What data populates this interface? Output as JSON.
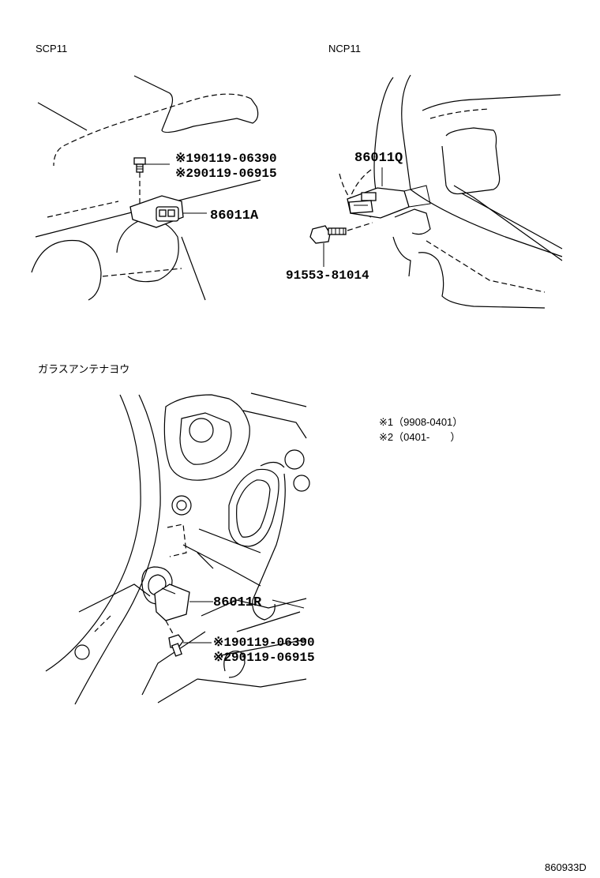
{
  "panels": {
    "top_left": {
      "title": "SCP11",
      "callouts": {
        "bolt_1": "※190119-06390",
        "bolt_2": "※290119-06915",
        "part": "86011A"
      }
    },
    "top_right": {
      "title": "NCP11",
      "callouts": {
        "part": "86011Q",
        "bolt": "91553-81014"
      }
    },
    "bottom": {
      "title": "ガラスアンテナヨウ",
      "callouts": {
        "part": "86011R",
        "bolt_1": "※190119-06390",
        "bolt_2": "※290119-06915"
      }
    }
  },
  "notes": [
    "※1（9908-0401）",
    "※2（0401-　　）"
  ],
  "figure_code": "860933D"
}
